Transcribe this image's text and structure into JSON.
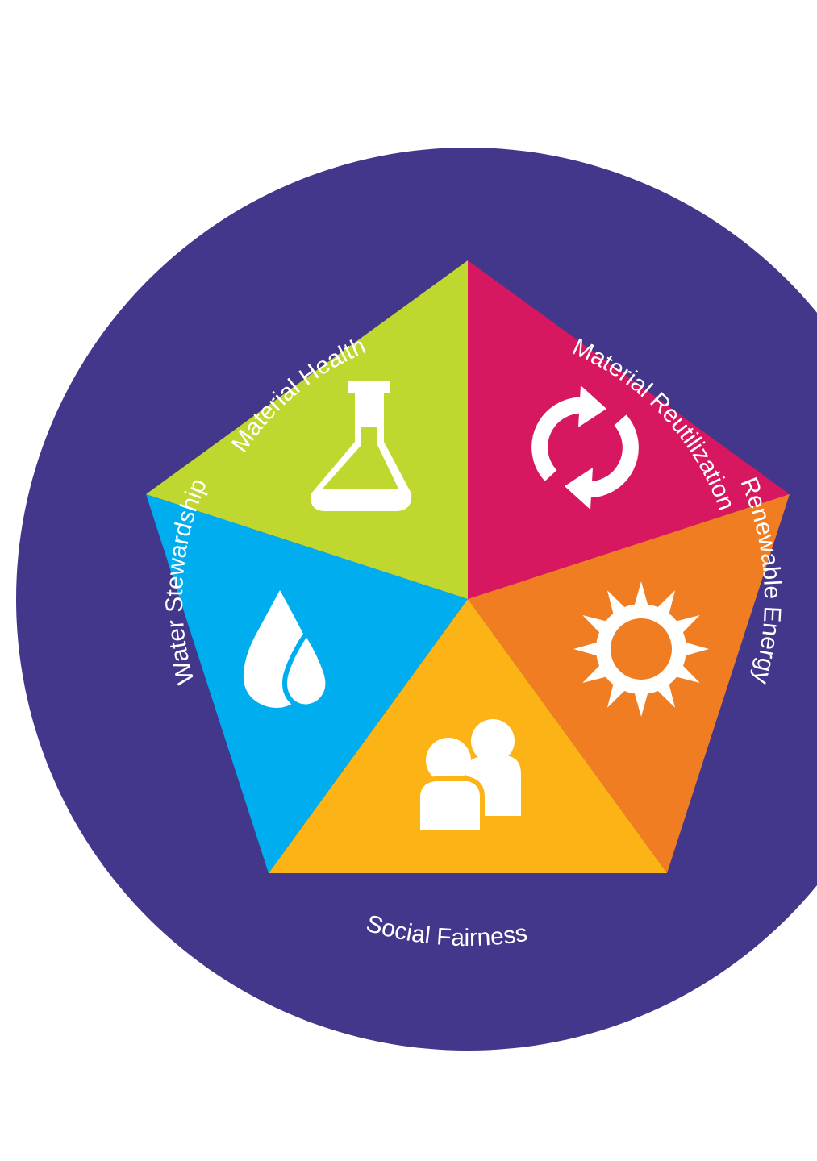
{
  "segments": [
    {
      "id": "material-health",
      "label": "Material Health",
      "icon": "flask-icon",
      "color": "#c0d72f"
    },
    {
      "id": "material-reutilization",
      "label": "Material Reutilization",
      "icon": "recycle-arrows-icon",
      "color": "#d7175f"
    },
    {
      "id": "renewable-energy",
      "label": "Renewable Energy",
      "icon": "sun-icon",
      "color": "#f07d22"
    },
    {
      "id": "social-fairness",
      "label": "Social Fairness",
      "icon": "people-icon",
      "color": "#fbb316"
    },
    {
      "id": "water-stewardship",
      "label": "Water Stewardship",
      "icon": "water-drops-icon",
      "color": "#00adee"
    }
  ],
  "background_color": "#43378b"
}
